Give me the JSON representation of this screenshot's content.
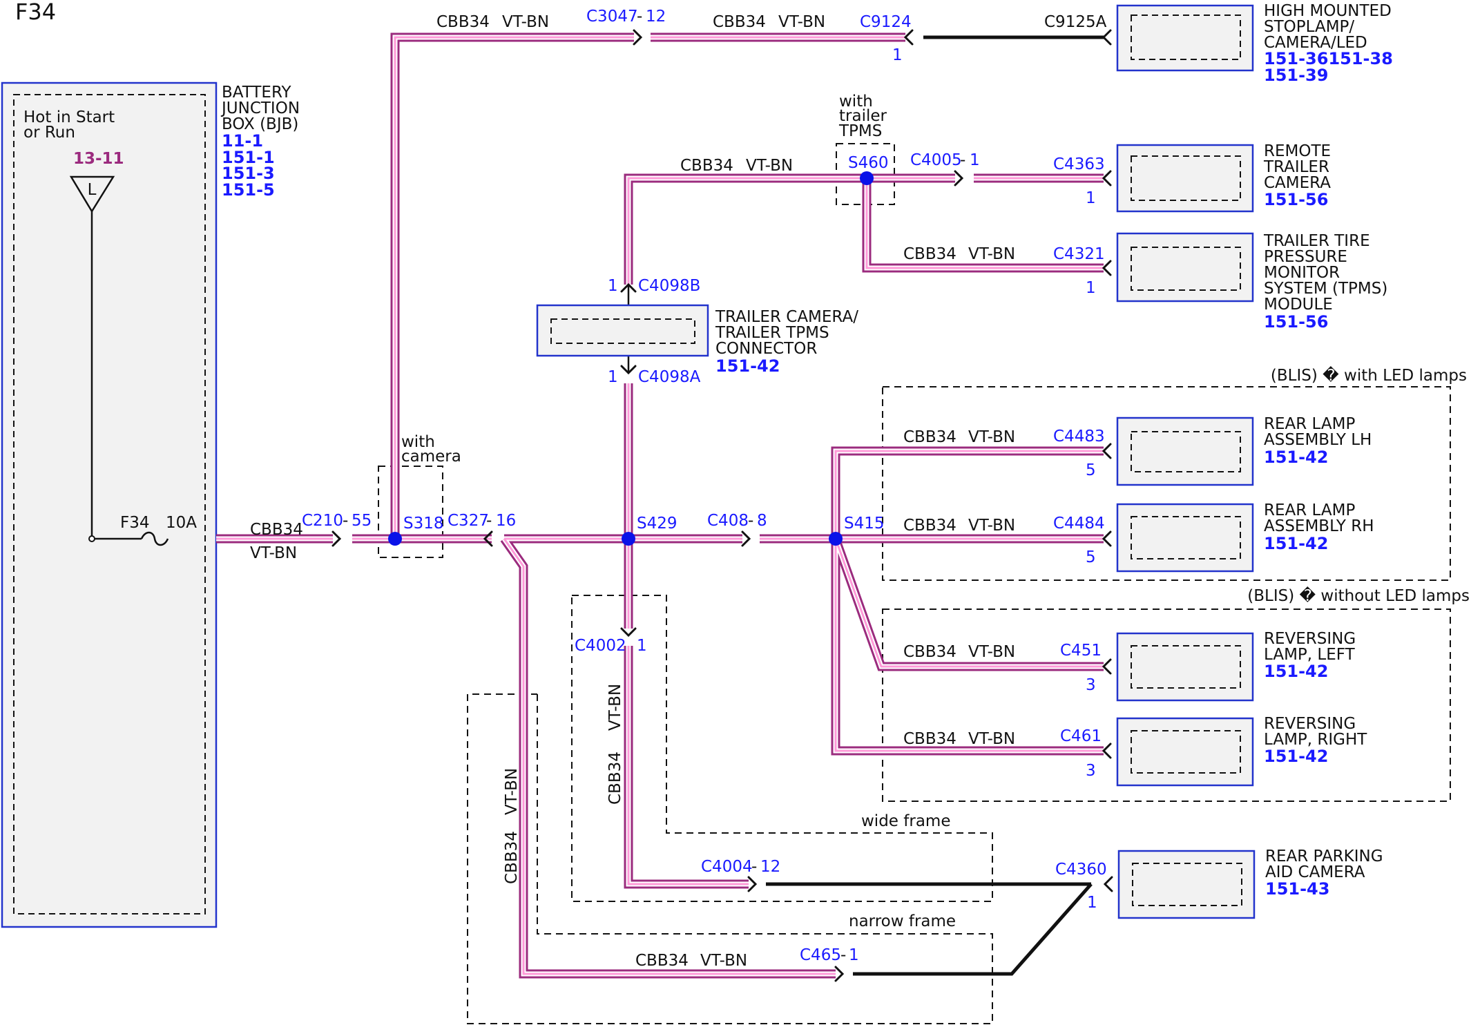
{
  "title": "F34",
  "power": {
    "label_line1": "Hot in Start",
    "label_line2": "or Run",
    "ref": "13-11",
    "symbol": "L",
    "fuse_name": "F34",
    "fuse_rating": "10A"
  },
  "bjb": {
    "name_lines": [
      "BATTERY",
      "JUNCTION",
      "BOX (BJB)"
    ],
    "refs": [
      "11-1",
      "151-1",
      "151-3",
      "151-5"
    ]
  },
  "wire": {
    "circuit": "CBB34",
    "color": "VT-BN"
  },
  "connectors": {
    "c210": "C210",
    "c210_pin": "55",
    "c327": "C327",
    "c327_pin": "16",
    "c3047": "C3047",
    "c3047_pin": "12",
    "c9124": "C9124",
    "c9124_pin": "1",
    "c9125a": "C9125A",
    "c4005": "C4005",
    "c4005_pin": "1",
    "c4363": "C4363",
    "c4363_pin": "1",
    "c4321": "C4321",
    "c4321_pin": "1",
    "c4098b": "C4098B",
    "c4098b_pin": "1",
    "c4098a": "C4098A",
    "c4098a_pin": "1",
    "c408": "C408",
    "c408_pin": "8",
    "c4483": "C4483",
    "c4483_pin": "5",
    "c4484": "C4484",
    "c4484_pin": "5",
    "c451": "C451",
    "c451_pin": "3",
    "c461": "C461",
    "c461_pin": "3",
    "c4002": "C4002",
    "c4002_pin": "1",
    "c4004": "C4004",
    "c4004_pin": "12",
    "c4360": "C4360",
    "c4360_pin": "1",
    "c465": "C465",
    "c465_pin": "1"
  },
  "splices": {
    "s318": "S318",
    "s429": "S429",
    "s415": "S415",
    "s460": "S460"
  },
  "options": {
    "with_camera": [
      "with",
      "camera"
    ],
    "with_trailer_tpms": [
      "with",
      "trailer",
      "TPMS"
    ],
    "blis_led": "(BLIS) � with LED lamps",
    "blis_no_led": "(BLIS) � without LED lamps",
    "wide_frame": "wide frame",
    "narrow_frame": "narrow frame"
  },
  "components": {
    "stoplamp": {
      "name_lines": [
        "HIGH MOUNTED",
        "STOPLAMP/",
        "CAMERA/LED"
      ],
      "refs": [
        "151-36151-38",
        "151-39"
      ]
    },
    "remote_camera": {
      "name_lines": [
        "REMOTE",
        "TRAILER",
        "CAMERA"
      ],
      "refs": [
        "151-56"
      ]
    },
    "tpms_module": {
      "name_lines": [
        "TRAILER TIRE",
        "PRESSURE",
        "MONITOR",
        "SYSTEM (TPMS)",
        "MODULE"
      ],
      "refs": [
        "151-56"
      ]
    },
    "trailer_connector": {
      "name_lines": [
        "TRAILER CAMERA/",
        "TRAILER TPMS",
        "CONNECTOR"
      ],
      "refs": [
        "151-42"
      ]
    },
    "rear_lamp_lh": {
      "name_lines": [
        "REAR LAMP",
        "ASSEMBLY LH"
      ],
      "refs": [
        "151-42"
      ]
    },
    "rear_lamp_rh": {
      "name_lines": [
        "REAR LAMP",
        "ASSEMBLY RH"
      ],
      "refs": [
        "151-42"
      ]
    },
    "reversing_left": {
      "name_lines": [
        "REVERSING",
        "LAMP, LEFT"
      ],
      "refs": [
        "151-42"
      ]
    },
    "reversing_right": {
      "name_lines": [
        "REVERSING",
        "LAMP, RIGHT"
      ],
      "refs": [
        "151-42"
      ]
    },
    "parking_camera": {
      "name_lines": [
        "REAR PARKING",
        "AID CAMERA"
      ],
      "refs": [
        "151-43"
      ]
    }
  }
}
